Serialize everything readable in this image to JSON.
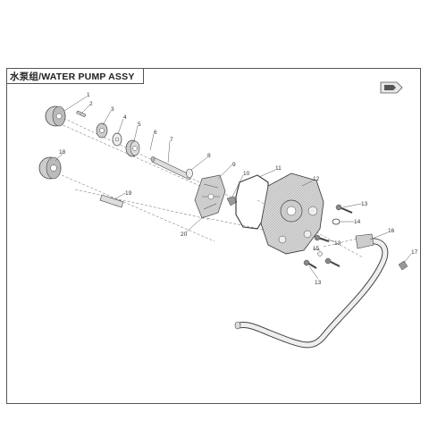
{
  "title": "水泵组/WATER PUMP ASSY",
  "callouts": {
    "c1": "1",
    "c2": "2",
    "c3": "3",
    "c4": "4",
    "c5": "5",
    "c6": "6",
    "c7": "7",
    "c8": "8",
    "c9": "9",
    "c10": "10",
    "c11": "11",
    "c12": "12",
    "c13a": "13",
    "c13b": "13",
    "c13c": "13",
    "c14": "14",
    "c15": "15",
    "c16": "16",
    "c17": "17",
    "c18": "18",
    "c19": "19",
    "c20": "20"
  },
  "colors": {
    "line": "#444444",
    "part_fill": "#d8d8d8",
    "dark": "#777777"
  }
}
